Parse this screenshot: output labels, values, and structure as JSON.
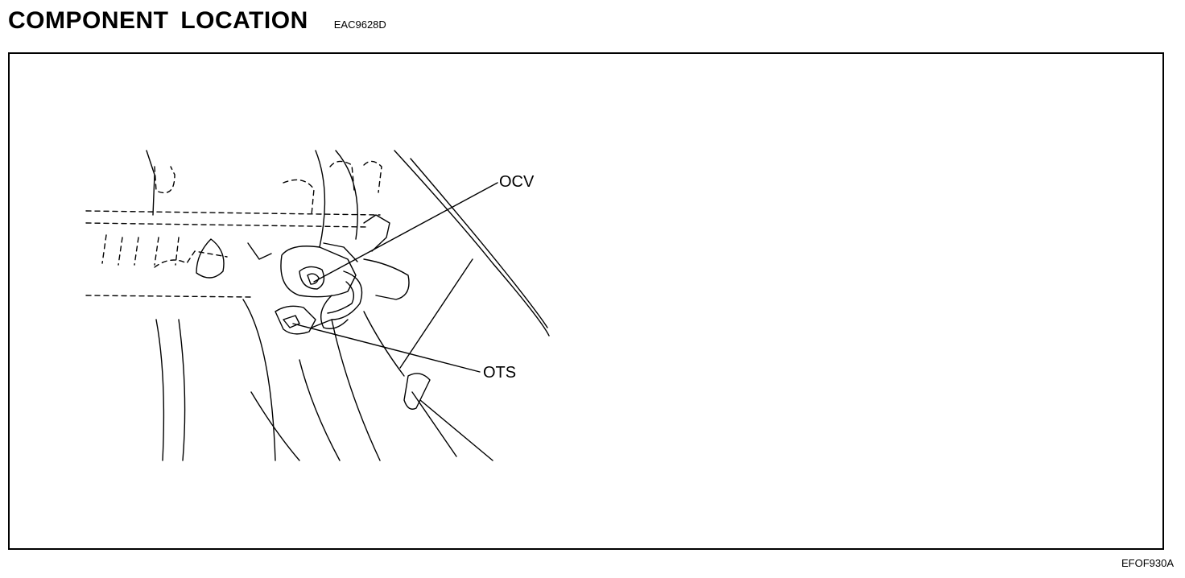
{
  "header": {
    "title": "COMPONENT LOCATION",
    "doc_code": "EAC9628D"
  },
  "figure": {
    "callouts": {
      "ocv": "OCV",
      "ots": "OTS"
    },
    "figure_code": "EFOF930A",
    "line_color": "#000000",
    "background_color": "#ffffff"
  }
}
